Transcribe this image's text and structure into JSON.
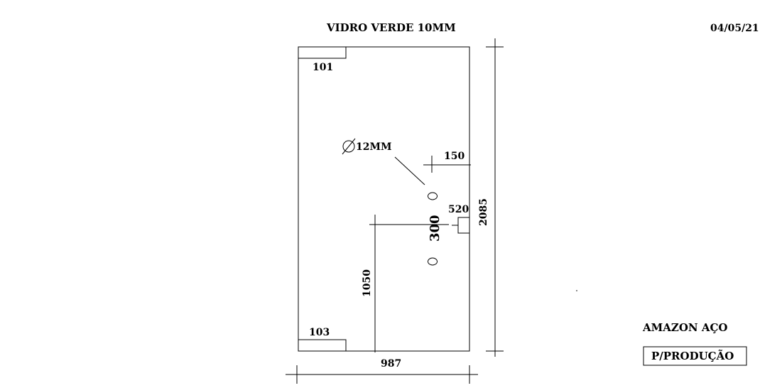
{
  "header": {
    "title": "VIDRO VERDE 10MM",
    "date": "04/05/21"
  },
  "drawing": {
    "top_notch_label": "101",
    "bottom_notch_label": "103",
    "hole_label": "∅12MM",
    "hole_offset_label": "150",
    "hole_spacing_label": "300",
    "lock_label": "520",
    "height_label": "2085",
    "width_label": "987",
    "handle_height_label": "1050"
  },
  "footer": {
    "company": "AMAZON AÇO",
    "stamp": "P/PRODUÇÃO"
  },
  "colors": {
    "line": "#000000",
    "background": "#ffffff"
  }
}
